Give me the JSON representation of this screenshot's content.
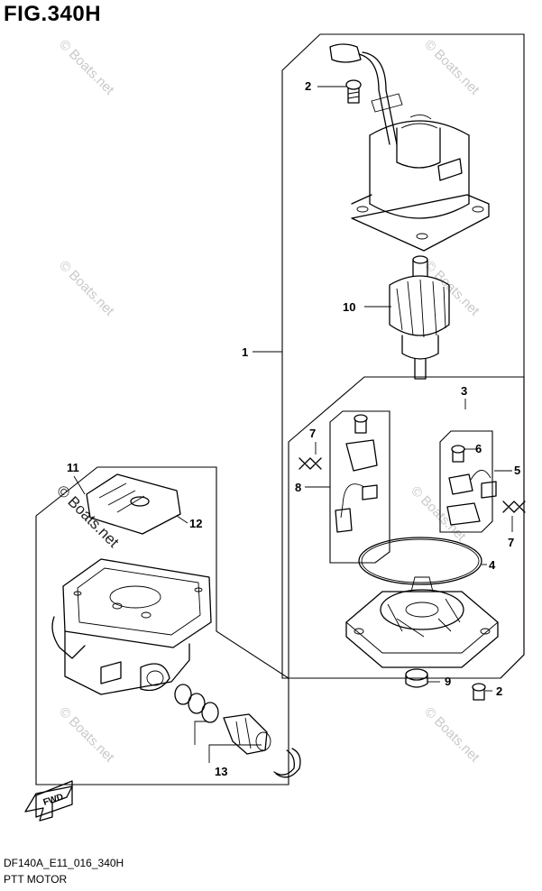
{
  "figure": {
    "title": "FIG.340H",
    "code": "DF140A_E11_016_340H",
    "name": "PTT MOTOR"
  },
  "callouts": [
    "1",
    "2",
    "3",
    "4",
    "5",
    "6",
    "7",
    "8",
    "9",
    "10",
    "11",
    "12",
    "13",
    "2",
    "7"
  ],
  "watermark": {
    "text": "© Boats.net"
  },
  "fwd_label": "FWD",
  "colors": {
    "line": "#000000",
    "watermark": "#c9c9c9",
    "background": "#ffffff"
  }
}
